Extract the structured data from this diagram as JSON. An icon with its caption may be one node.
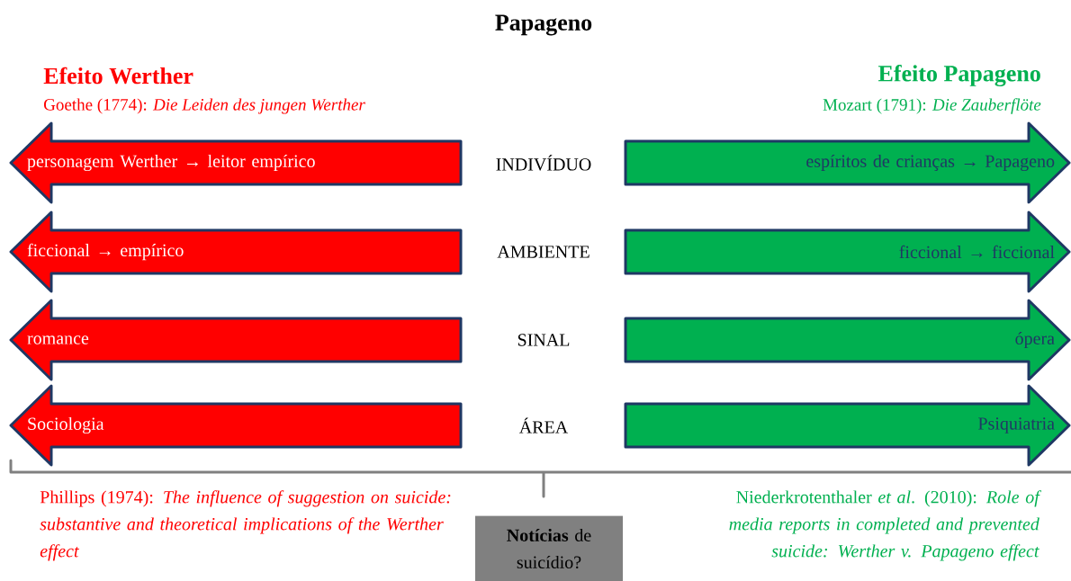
{
  "diagram": {
    "title": "Papageno",
    "nodes": [
      {
        "text": [
          "personagem Werther → leitor empírico"
        ]
      },
      {
        "text": [
          "espíritos de crianças → Papageno"
        ]
      },
      {
        "text": [
          "ficcional → empírico"
        ]
      },
      {
        "text": [
          "ficcional → ficcional"
        ]
      },
      {
        "text": [
          "romance"
        ]
      },
      {
        "text": [
          "ópera"
        ]
      },
      {
        "text": [
          "Sociologia"
        ]
      },
      {
        "text": [
          "Psiquiatria"
        ]
      },
      {
        "text": [
          "**Notícias** de suicídio?"
        ]
      }
    ],
    "labels": [
      "Efeito Werther",
      "Efeito Papageno",
      "Goethe (1774): *Die Leiden des jungen Werther*",
      "Mozart (1791): *Die Zauberflöte*",
      "INDIVÍDUO",
      "AMBIENTE",
      "SINAL",
      "ÁREA",
      "Phillips (1974): *The influence of suggestion on suicide: substantive and theoretical implications of the Werther effect*",
      "Niederkrotenthaler *et al*. (2010): *Role of media reports in completed and prevented suicide: Werther v. Papageno effect*"
    ]
  }
}
